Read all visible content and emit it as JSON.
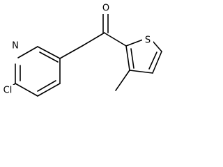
{
  "structure": {
    "atoms": {
      "oxygen": "O",
      "nitrogen": "N",
      "chlorine": "Cl",
      "sulfur": "S"
    },
    "colors": {
      "bond": "#000000",
      "label": "#000000",
      "background": "#ffffff"
    }
  }
}
